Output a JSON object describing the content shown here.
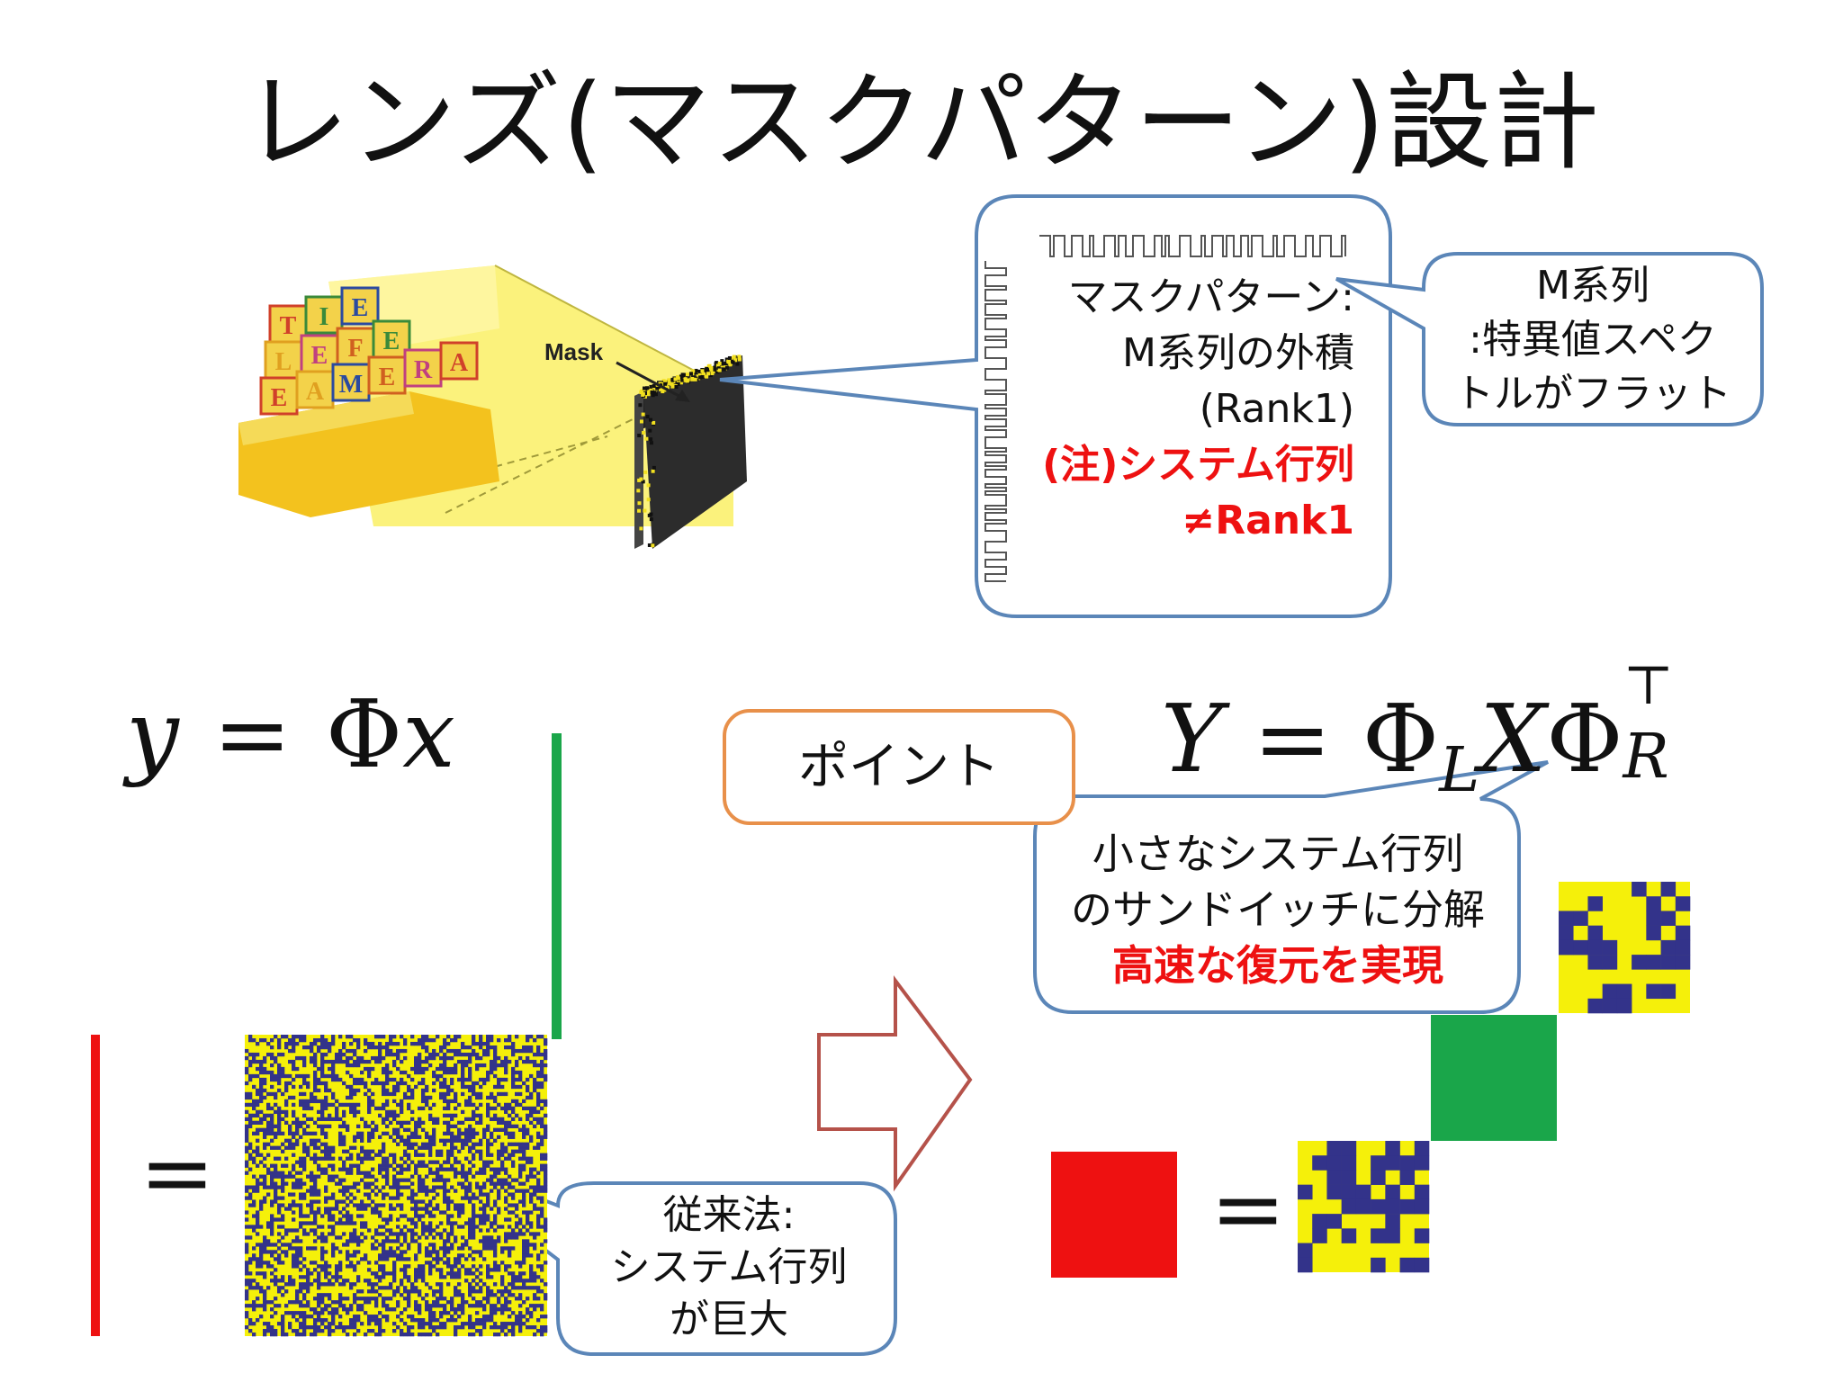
{
  "title": "レンズ(マスクパターン)設計",
  "camera_illustration": {
    "mask_label": "Mask",
    "block_letters": [
      "T",
      "I",
      "E",
      "L",
      "E",
      "F",
      "E",
      "E",
      "A",
      "M",
      "E",
      "R",
      "A"
    ]
  },
  "callout_mask": {
    "line1": "マスクパターン:",
    "line2": "M系列の外積",
    "line3": "(Rank1)",
    "note_line1": "(注)システム行列",
    "note_line2": "≠Rank1"
  },
  "callout_msequence": {
    "line1": "M系列",
    "line2": ":特異値スペク",
    "line3": "トルがフラット"
  },
  "equation_left": {
    "lhs": "y",
    "eq": "=",
    "phi": "Φ",
    "x": "x"
  },
  "equation_right": {
    "Y": "Y",
    "eq": "=",
    "phi": "Φ",
    "sub_L": "L",
    "X": "X",
    "sub_R": "R",
    "sup_T": "⊤"
  },
  "point_box": {
    "label": "ポイント"
  },
  "callout_point": {
    "line1": "小さなシステム行列",
    "line2": "のサンドイッチに分解",
    "line3": "高速な復元を実現"
  },
  "callout_conventional": {
    "line1": "従来法:",
    "line2": "システム行列",
    "line3": "が巨大"
  },
  "left_lower_eq": "=",
  "right_lower_eq": "=",
  "colors": {
    "red_bar": "#ee1111",
    "green_bar": "#1aa64a",
    "matrix_yellow": "#f5f00a",
    "matrix_blue": "#33338a",
    "callout_border": "#5b86b8",
    "point_border": "#e8904a",
    "arrow_border": "#b5524a"
  }
}
